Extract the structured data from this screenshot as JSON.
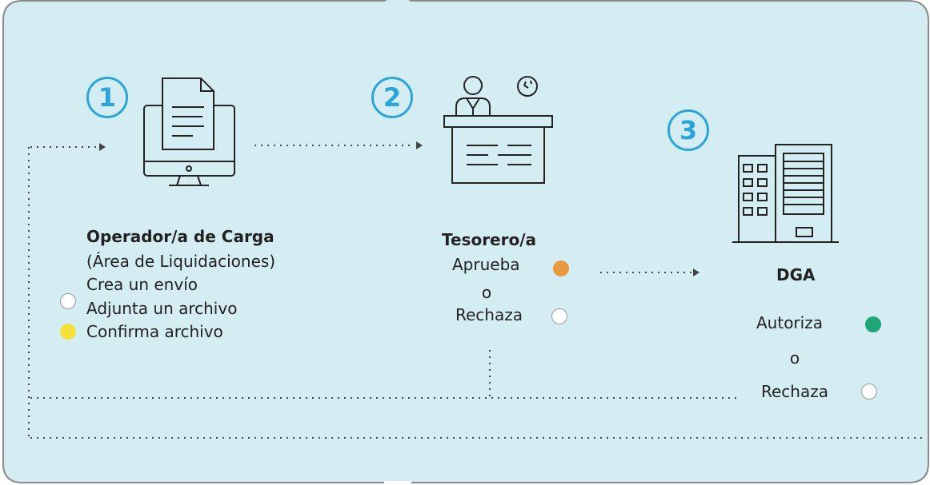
{
  "colors": {
    "panel_bg": "#d4edf3",
    "panel_border": "#8a8a8a",
    "step_number": "#2ba4d9",
    "dot_yellow": "#f5e13b",
    "dot_orange": "#e89b3e",
    "dot_green": "#1fa676",
    "dot_empty": "#ffffff"
  },
  "steps": [
    {
      "number": "1",
      "icon": "monitor-document-icon",
      "title": "Operador/a de Carga",
      "subtitle": "(Área de Liquidaciones)",
      "lines": [
        "Crea un envío",
        "Adjunta un archivo",
        "Confirma archivo"
      ]
    },
    {
      "number": "2",
      "icon": "cashier-desk-icon",
      "title": "Tesorero/a",
      "approve": "Aprueba",
      "or": "o",
      "reject": "Rechaza"
    },
    {
      "number": "3",
      "icon": "building-icon",
      "title": "DGA",
      "authorize": "Autoriza",
      "or": "o",
      "reject": "Rechaza"
    }
  ]
}
